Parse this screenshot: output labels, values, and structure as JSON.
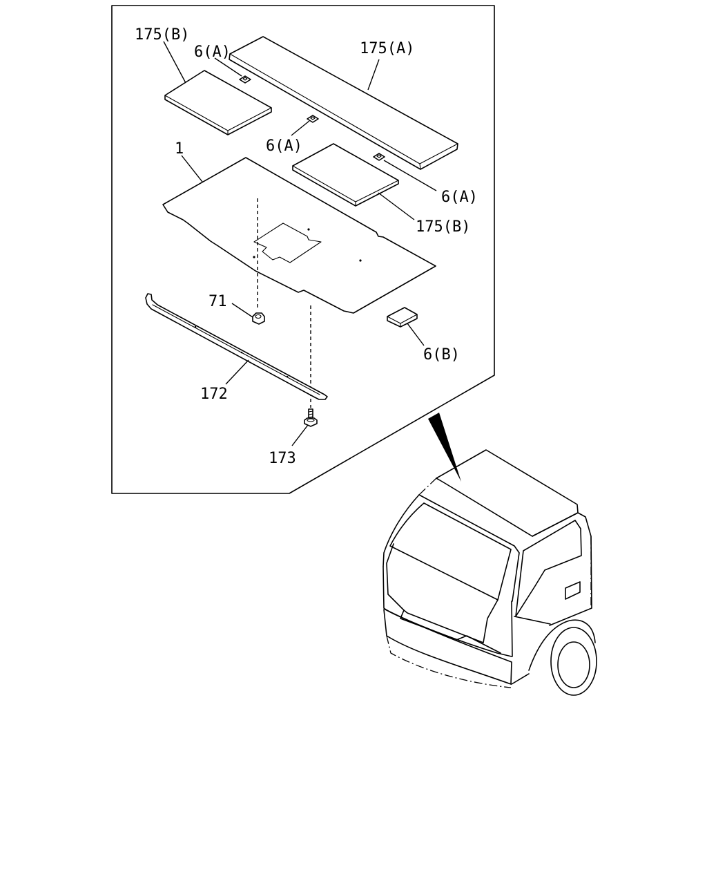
{
  "labels": {
    "p175b_top": "175(B)",
    "p6a_top": "6(A)",
    "p175a": "175(A)",
    "p6a_mid": "6(A)",
    "p1": "1",
    "p6a_right": "6(A)",
    "p175b_right": "175(B)",
    "p71": "71",
    "p6b": "6(B)",
    "p172": "172",
    "p173": "173"
  }
}
